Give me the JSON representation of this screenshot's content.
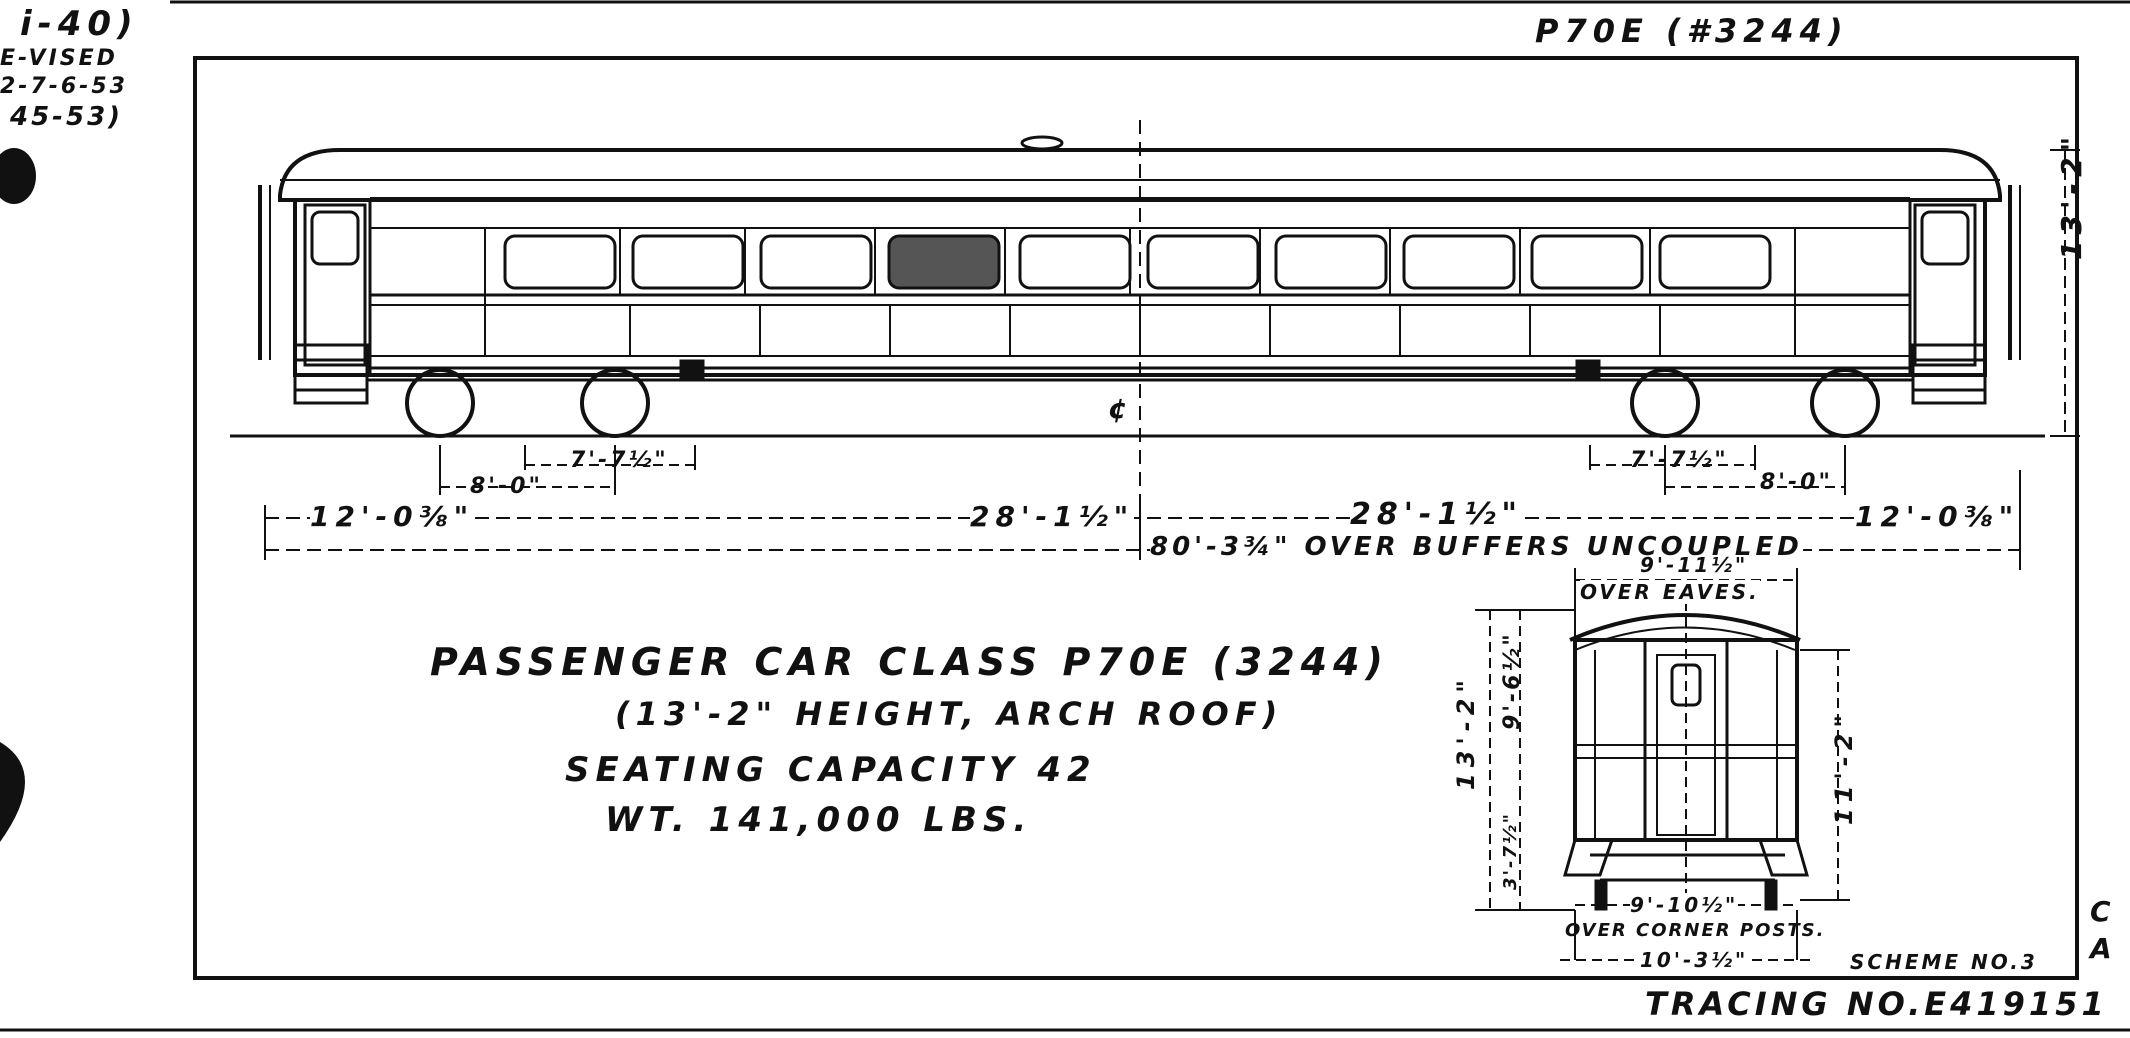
{
  "header": {
    "top_left_lines": [
      "i-40)",
      "E-VISED",
      "2-7-6-53",
      "45-53)"
    ],
    "top_right_title": "P70E  (#3244)"
  },
  "title_block": {
    "line1": "PASSENGER CAR CLASS P70E (3244)",
    "line2": "(13'-2\" HEIGHT, ARCH ROOF)",
    "line3": "SEATING CAPACITY 42",
    "line4": "WT. 141,000 LBS."
  },
  "side_elevation": {
    "height_dim": "13'-2\"",
    "centerline_mark": "¢",
    "dim_truck_wheelbase_left": "8'-0\"",
    "dim_truck_wheelbase_right": "8'-0\"",
    "dim_truck_offset_left": "7'-7½\"",
    "dim_truck_offset_right": "7'-7½\"",
    "dim_overhang_left": "12'-0⅜\"",
    "dim_overhang_right": "12'-0⅜\"",
    "dim_center_left": "28'-1½\"",
    "dim_center_right": "28'-1½\"",
    "dim_overall": "80'-3¾\" OVER BUFFERS UNCOUPLED"
  },
  "end_elevation": {
    "dim_eaves": "9'-11½\"",
    "label_eaves": "OVER EAVES.",
    "dim_height": "13'-2\"",
    "dim_body": "9'-6½\"",
    "dim_lower": "3'-7½\"",
    "dim_right": "11'-2\"",
    "dim_corner": "9'-10½\"",
    "label_corner": "OVER CORNER POSTS.",
    "dim_base": "10'-3½\""
  },
  "footer": {
    "scheme": "SCHEME NO.3",
    "tracing": "TRACING NO.E419151",
    "side_marks": [
      "C",
      "A"
    ]
  }
}
